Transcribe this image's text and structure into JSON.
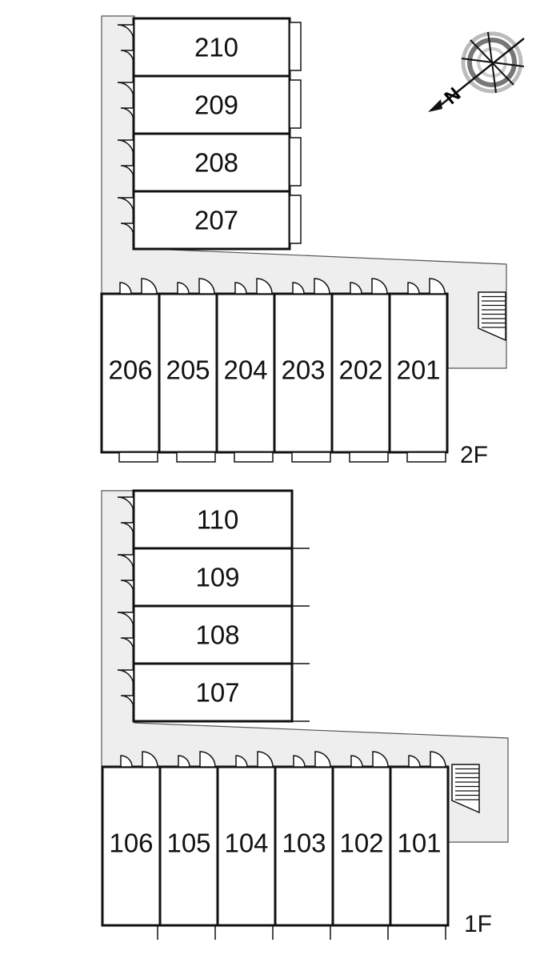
{
  "compass": {
    "north_label": "N"
  },
  "floors": [
    {
      "label": "2F",
      "vertical_units": [
        "210",
        "209",
        "208",
        "207"
      ],
      "horizontal_units": [
        "206",
        "205",
        "204",
        "203",
        "202",
        "201"
      ]
    },
    {
      "label": "1F",
      "vertical_units": [
        "110",
        "109",
        "108",
        "107"
      ],
      "horizontal_units": [
        "106",
        "105",
        "104",
        "103",
        "102",
        "101"
      ]
    }
  ],
  "colors": {
    "corridor": "#eeeeee",
    "wall": "#111111"
  }
}
